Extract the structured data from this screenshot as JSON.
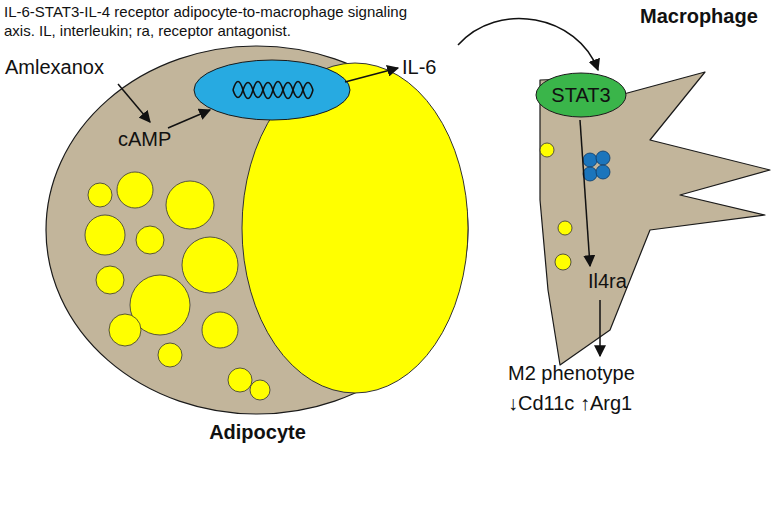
{
  "diagram": {
    "caption": "IL-6-STAT3-IL-4 receptor adipocyte-to-macrophage signaling axis. IL, interleukin; ra, receptor antagonist.",
    "nodes": [
      {
        "text": [
          "Adipocyte"
        ]
      },
      {
        "text": [
          "Macrophage"
        ]
      },
      {
        "text": [
          "STAT3"
        ],
        "in": 1
      }
    ],
    "edges": [
      {
        "from": 0,
        "to": 1,
        "arrow": "to"
      }
    ],
    "labels": [
      "Amlexanox",
      "cAMP",
      "IL-6",
      "Il4ra",
      "M2 phenotype",
      "↓Cd11c ↑Arg1"
    ]
  }
}
